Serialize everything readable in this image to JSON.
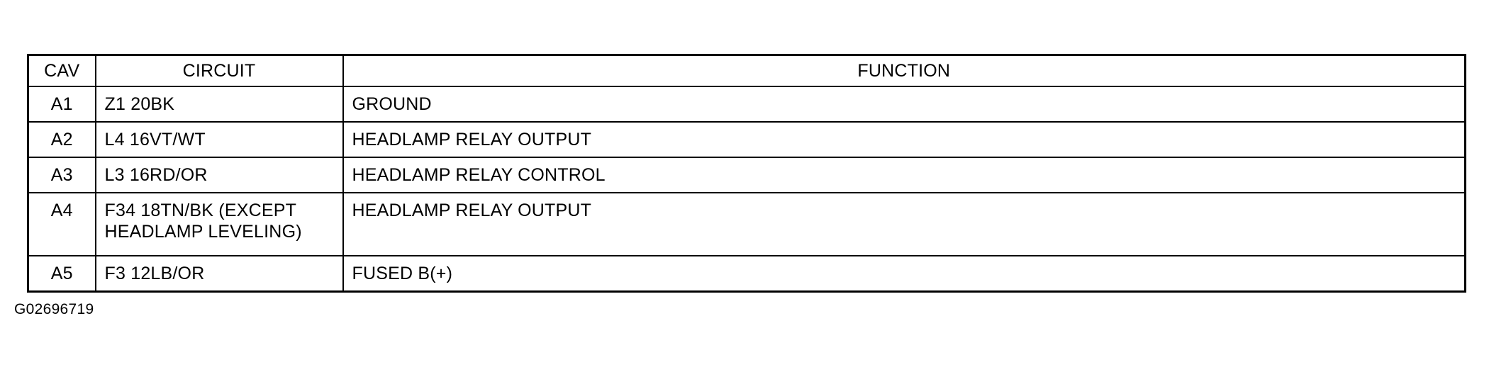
{
  "table": {
    "headers": {
      "cav": "CAV",
      "circuit": "CIRCUIT",
      "function": "FUNCTION"
    },
    "rows": [
      {
        "cav": "A1",
        "circuit": "Z1 20BK",
        "function": "GROUND"
      },
      {
        "cav": "A2",
        "circuit": "L4 16VT/WT",
        "function": "HEADLAMP RELAY OUTPUT"
      },
      {
        "cav": "A3",
        "circuit": "L3 16RD/OR",
        "function": "HEADLAMP RELAY CONTROL"
      },
      {
        "cav": "A4",
        "circuit": "F34 18TN/BK (EXCEPT\nHEADLAMP LEVELING)",
        "function": "HEADLAMP RELAY OUTPUT"
      },
      {
        "cav": "A5",
        "circuit": "F3 12LB/OR",
        "function": "FUSED B(+)"
      }
    ]
  },
  "figure_id": "G02696719"
}
